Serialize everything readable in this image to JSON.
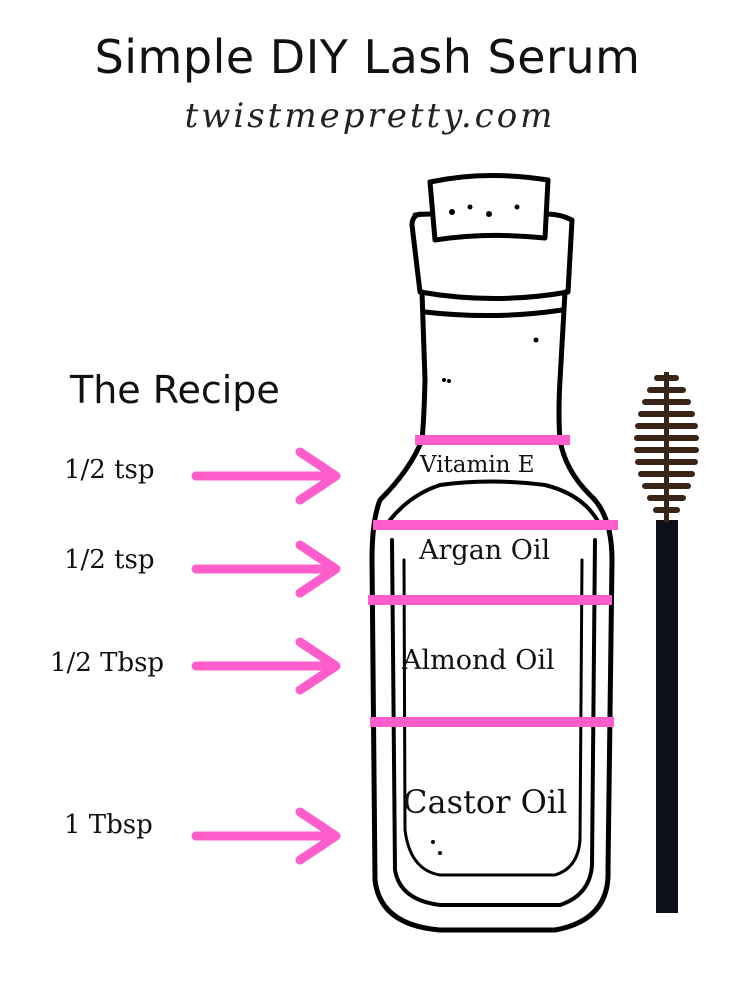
{
  "title": "Simple DIY Lash Serum",
  "website": "twistmepretty.com",
  "recipe_heading": "The Recipe",
  "colors": {
    "accent": "#ff5ccc",
    "outline": "#000000",
    "wand": "#0d1018",
    "brush": "#3a2418"
  },
  "ingredients": [
    {
      "amount": "1/2 tsp",
      "name": "Vitamin E"
    },
    {
      "amount": "1/2 tsp",
      "name": "Argan Oil"
    },
    {
      "amount": "1/2 Tbsp",
      "name": "Almond Oil"
    },
    {
      "amount": "1 Tbsp",
      "name": "Castor Oil"
    }
  ]
}
